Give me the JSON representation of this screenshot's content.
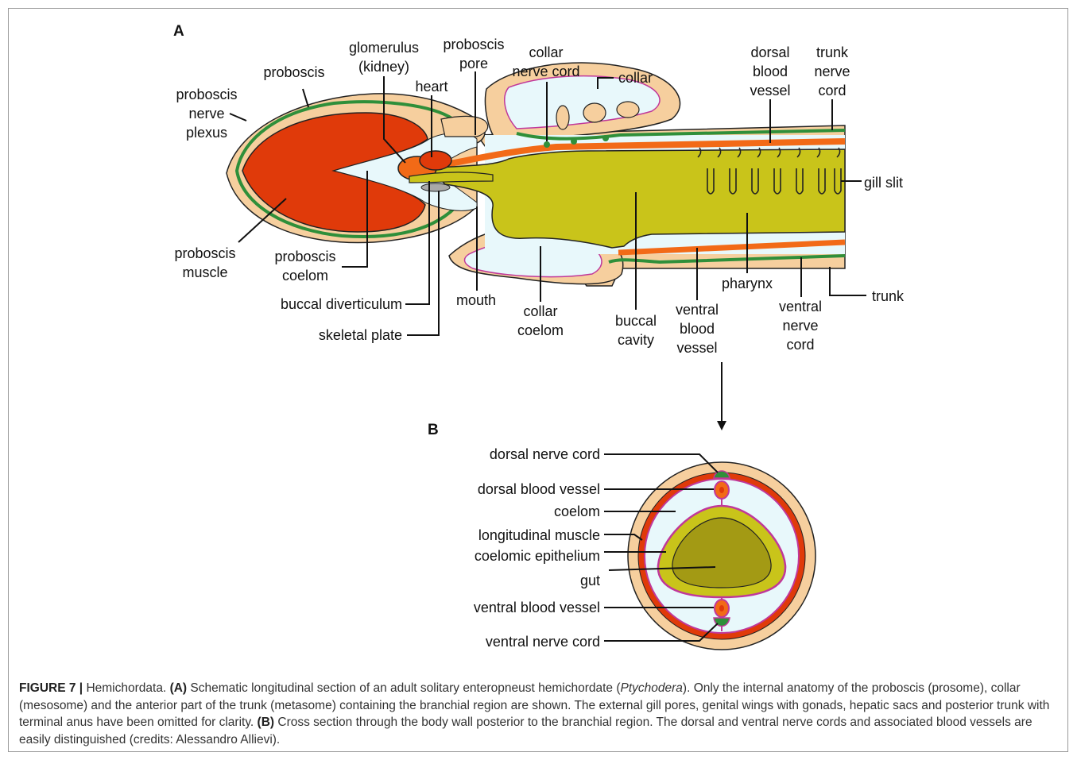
{
  "panel_a": "A",
  "panel_b": "B",
  "labels_a": {
    "proboscis": "proboscis",
    "proboscis_nerve_plexus": [
      "proboscis",
      "nerve",
      "plexus"
    ],
    "glomerulus": [
      "glomerulus",
      "(kidney)"
    ],
    "heart": "heart",
    "proboscis_pore": [
      "proboscis",
      "pore"
    ],
    "collar_nerve_cord": [
      "collar",
      "nerve cord"
    ],
    "collar": "collar",
    "dorsal_blood_vessel": [
      "dorsal",
      "blood",
      "vessel"
    ],
    "trunk_nerve_cord": [
      "trunk",
      "nerve",
      "cord"
    ],
    "gill_slit": "gill slit",
    "proboscis_muscle": [
      "proboscis",
      "muscle"
    ],
    "proboscis_coelom": [
      "proboscis",
      "coelom"
    ],
    "buccal_diverticulum": "buccal diverticulum",
    "skeletal_plate": "skeletal plate",
    "mouth": "mouth",
    "collar_coelom": [
      "collar",
      "coelom"
    ],
    "buccal_cavity": [
      "buccal",
      "cavity"
    ],
    "ventral_blood_vessel": [
      "ventral",
      "blood",
      "vessel"
    ],
    "pharynx": "pharynx",
    "ventral_nerve_cord": [
      "ventral",
      "nerve",
      "cord"
    ],
    "trunk": "trunk"
  },
  "labels_b": {
    "dorsal_nerve_cord": "dorsal nerve cord",
    "dorsal_blood_vessel": "dorsal blood vessel",
    "coelom": "coelom",
    "longitudinal_muscle": "longitudinal muscle",
    "coelomic_epithelium": "coelomic epithelium",
    "gut": "gut",
    "ventral_blood_vessel": "ventral blood vessel",
    "ventral_nerve_cord": "ventral nerve cord"
  },
  "caption": {
    "figure": "FIGURE 7 |",
    "t1": " Hemichordata. ",
    "a": "(A)",
    "t2": " Schematic longitudinal section of an adult solitary enteropneust hemichordate (",
    "genus": "Ptychodera",
    "t3": "). Only the internal anatomy of the proboscis (prosome), collar (mesosome) and the anterior part of the trunk (metasome) containing the branchial region are shown. The external gill pores, genital wings with gonads, hepatic sacs and posterior trunk with terminal anus have been omitted for clarity. ",
    "b": "(B)",
    "t4": " Cross section through the body wall posterior to the branchial region. The dorsal and ventral nerve cords and associated blood vessels are easily distinguished (credits: Alessandro Allievi)."
  },
  "colors": {
    "skin": "#f6cf9e",
    "muscle": "#e03a0a",
    "blood": "#f26a17",
    "coelom": "#e8f8fb",
    "nerve": "#2f8f3a",
    "gut": "#c9c41a",
    "gut_dark": "#a39a14",
    "membrane": "#c0389a",
    "skeletal": "#a9a9a9"
  }
}
